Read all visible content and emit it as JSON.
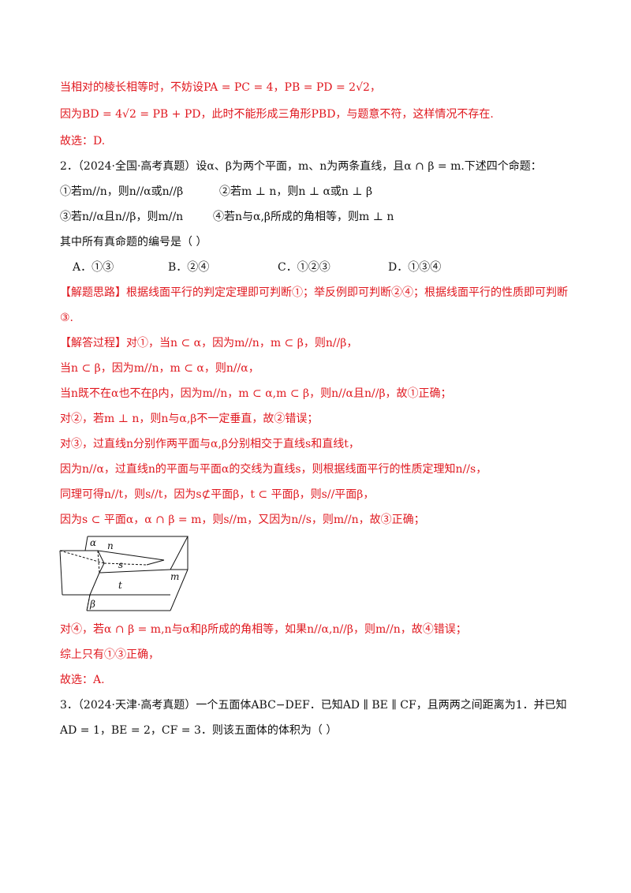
{
  "page": {
    "prev_solution": {
      "line1": "当相对的棱长相等时，不妨设PA = PC = 4，PB = PD = 2√2，",
      "line2": "因为BD = 4√2 = PB + PD，此时不能形成三角形PBD，与题意不符，这样情况不存在.",
      "answer": "故选：D."
    },
    "q2": {
      "stem": "2．（2024·全国·高考真题）设α、β为两个平面，m、n为两条直线，且α ∩ β = m.下述四个命题：",
      "prop1": "①若m//n，则n//α或n//β",
      "prop2": "②若m ⊥ n，则n ⊥ α或n ⊥ β",
      "prop3": "③若n//α且n//β，则m//n",
      "prop4": "④若n与α,β所成的角相等，则m ⊥ n",
      "ask": "其中所有真命题的编号是（    ）",
      "options": [
        "A．①③",
        "B．②④",
        "C．①②③",
        "D．①③④"
      ],
      "hint_line1": "【解题思路】根据线面平行的判定定理即可判断①；举反例即可判断②④；根据线面平行的性质即可判断",
      "hint_line2": "③.",
      "solution": [
        "【解答过程】对①，当n ⊂ α，因为m//n，m ⊂ β，则n//β，",
        "当n ⊂ β，因为m//n，m ⊂ α，则n//α，",
        "当n既不在α也不在β内，因为m//n，m ⊂ α,m ⊂ β，则n//α且n//β，故①正确；",
        "对②，若m ⊥ n，则n与α,β不一定垂直，故②错误；",
        "对③，过直线n分别作两平面与α,β分别相交于直线s和直线t，",
        "因为n//α，过直线n的平面与平面α的交线为直线s，则根据线面平行的性质定理知n//s，",
        "同理可得n//t，则s//t，因为s⊄平面β，t ⊂ 平面β，则s//平面β，",
        "因为s ⊂ 平面α，α ∩ β = m，则s//m，又因为n//s，则m//n，故③正确；"
      ],
      "figure_labels": {
        "alpha": "α",
        "beta": "β",
        "n": "n",
        "s": "s",
        "m": "m",
        "t": "t"
      },
      "solution_after": [
        "对④，若α ∩ β = m,n与α和β所成的角相等，如果n//α,n//β，则m//n，故④错误；",
        "综上只有①③正确，",
        "故选：A."
      ]
    },
    "q3": {
      "line1": "3．（2024·天津·高考真题）一个五面体ABC−DEF．已知AD ∥ BE ∥ CF，且两两之间距离为1．并已知",
      "line2": "AD = 1，BE = 2，CF = 3．则该五面体的体积为（    ）"
    }
  }
}
